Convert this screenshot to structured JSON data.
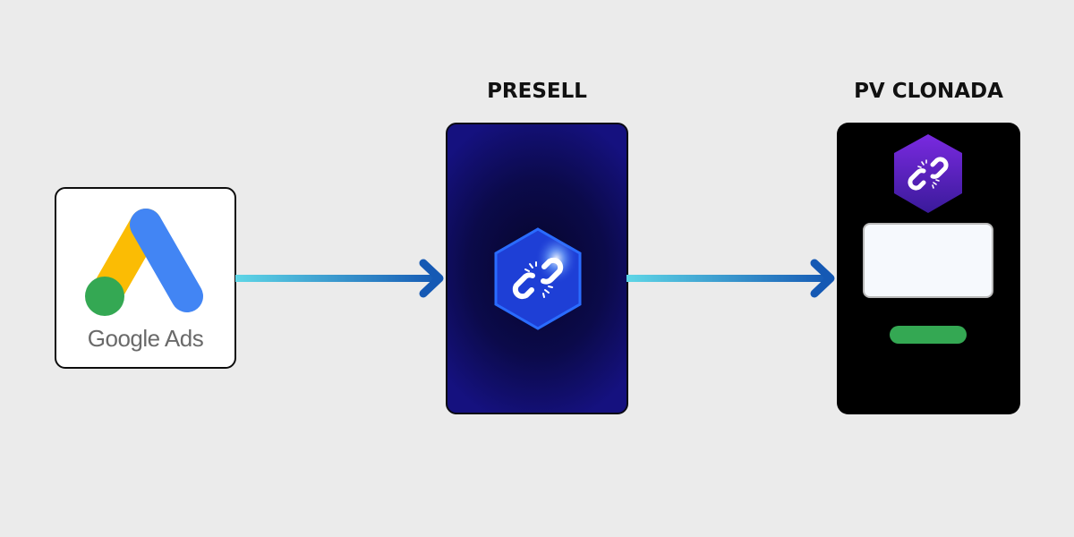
{
  "nodes": [
    {
      "id": "google-ads",
      "label": "Google Ads",
      "logo_colors": {
        "blue": "#4285f4",
        "yellow": "#fbbc04",
        "green": "#34a853"
      },
      "background": "#ffffff"
    },
    {
      "id": "presell",
      "title": "PRESELL",
      "icon": "broken-link-hex-icon",
      "colors": {
        "card_background": "#0b0a4a",
        "hex_fill": "#1f3fd8"
      }
    },
    {
      "id": "pv-clonada",
      "title": "PV CLONADA",
      "icon": "broken-link-hex-icon",
      "colors": {
        "card_background": "#000000",
        "hex_fill": "#6a22d6",
        "textbox": "#f6f9fd",
        "button": "#34a853"
      }
    }
  ],
  "edges": [
    {
      "from": "google-ads",
      "to": "presell",
      "colors": {
        "start": "#5ed6e6",
        "end": "#1559b4"
      }
    },
    {
      "from": "presell",
      "to": "pv-clonada",
      "colors": {
        "start": "#5ed6e6",
        "end": "#1559b4"
      }
    }
  ],
  "canvas": {
    "background": "#ebebeb"
  }
}
